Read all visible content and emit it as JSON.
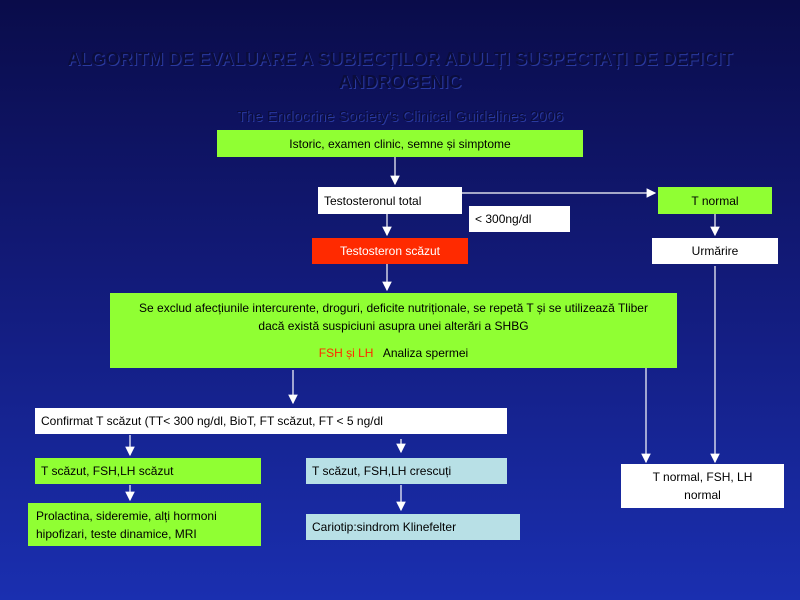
{
  "title": "ALGORITM DE EVALUARE A SUBIECȚILOR ADULȚI SUSPECTAȚI DE DEFICIT ANDROGENIC",
  "subtitle": "The Endocrine Society's Clinical Guidelines 2006",
  "nodes": {
    "istoric": "Istoric, examen clinic, semne și simptome",
    "testosteron_total": "Testosteronul total",
    "threshold": "< 300ng/dl",
    "t_normal": "T normal",
    "testosteron_scazut": "Testosteron scăzut",
    "urmarire": "Urmărire",
    "exclude_line1": "Se exclud afecțiunile intercurente, droguri, deficite nutriționale, se repetă T și se utilizează Tliber",
    "exclude_line2": "dacă există suspiciuni asupra unei alterări a SHBG",
    "fsh_lh": "FSH și LH",
    "analiza": "Analiza spermei",
    "confirmat": "Confirmat T scăzut (TT< 300 ng/dl, BioT, FT scăzut, FT < 5 ng/dl",
    "t_scazut_fsh_scazut": "T scăzut, FSH,LH scăzut",
    "t_scazut_fsh_crescut": "T scăzut, FSH,LH crescuți",
    "t_normal_fsh": "T normal, FSH, LH normal",
    "prolactina": "Prolactina, sideremie, alți hormoni hipofizari, teste dinamice, MRI",
    "cariotip": "Cariotip:sindrom Klinefelter"
  },
  "colors": {
    "green": "#90ff33",
    "red": "#ff2a00",
    "light_blue": "#b8e0e6",
    "white": "#ffffff"
  }
}
